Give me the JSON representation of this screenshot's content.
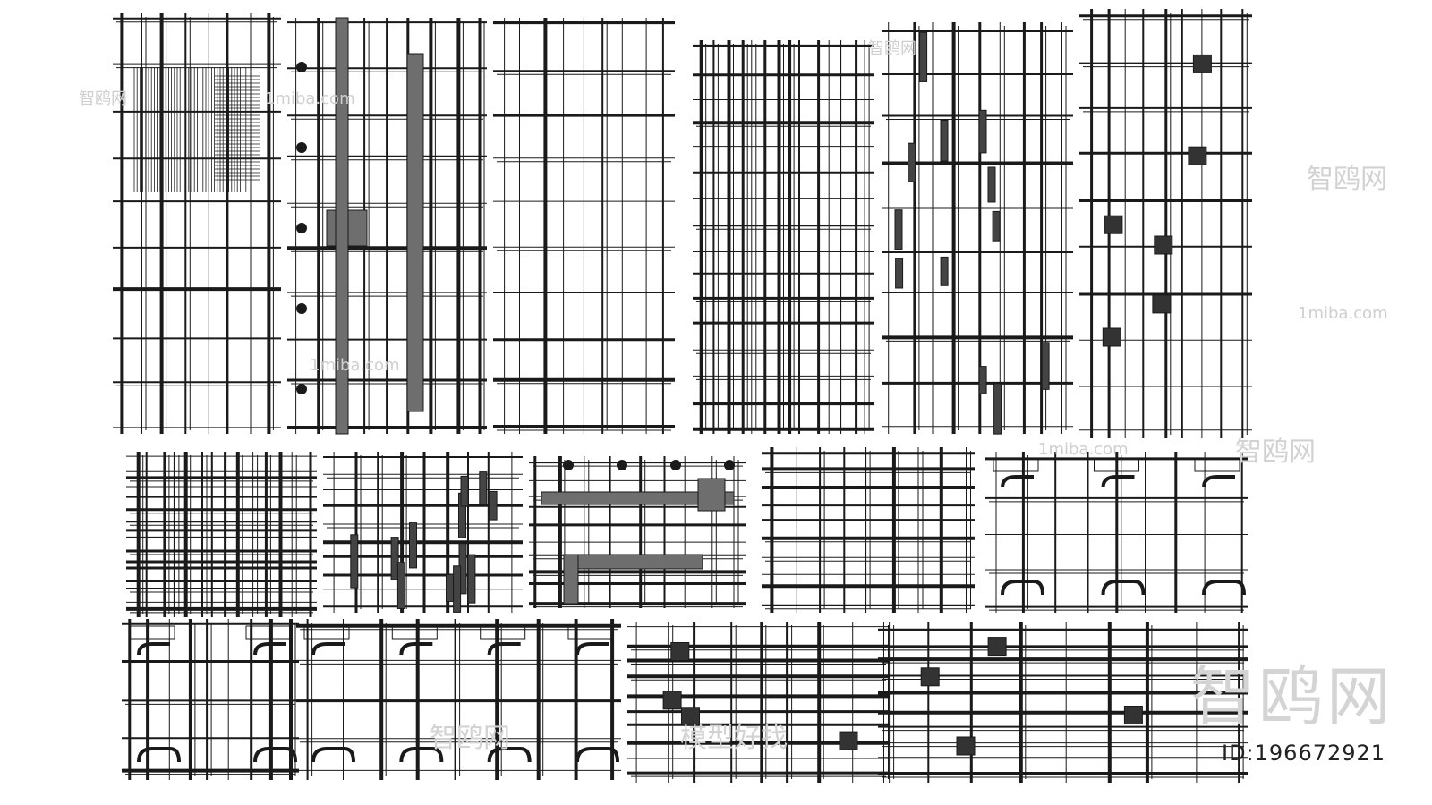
{
  "watermark": {
    "brand_cn": "智鸥网",
    "site": "1miba.com",
    "slogan_cn": "模型好找",
    "id_text": "ID:196672921"
  },
  "drawing": {
    "panel_count": 15,
    "stroke_color": "#1a1a1a",
    "fill_gray": "#6e6e6e"
  }
}
